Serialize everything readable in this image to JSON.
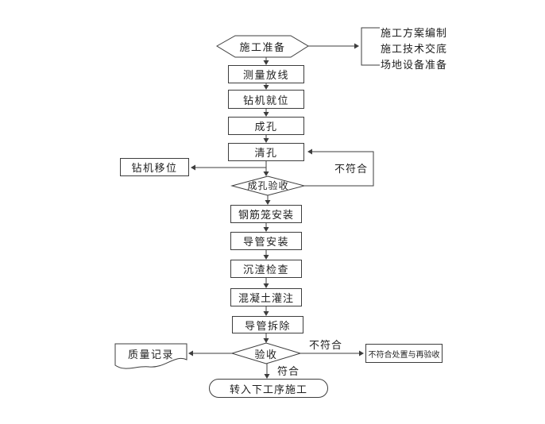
{
  "colors": {
    "line": "#3d3d3d",
    "text": "#1f1f1f",
    "background": "#ffffff"
  },
  "nodes": {
    "prep": "施工准备",
    "survey": "测量放线",
    "rig_in_place": "钻机就位",
    "hole_forming": "成孔",
    "hole_cleaning": "清孔",
    "rig_shift": "钻机移位",
    "hole_acceptance": "成孔验收",
    "rebar_cage_install": "钢筋笼安装",
    "tremie_install": "导管安装",
    "sediment_check": "沉渣检查",
    "concrete_pouring": "混凝土灌注",
    "tremie_removal": "导管拆除",
    "acceptance": "验收",
    "quality_record": "质量记录",
    "nonconformity_handling": "不符合处置与再验收",
    "next_process": "转入下工序施工"
  },
  "prep_tasks": [
    "施工方案编制",
    "施工技术交底",
    "场地设备准备"
  ],
  "edge_labels": {
    "loop_nonconform": "不符合",
    "acceptance_nonconform": "不符合",
    "conform": "符合"
  }
}
